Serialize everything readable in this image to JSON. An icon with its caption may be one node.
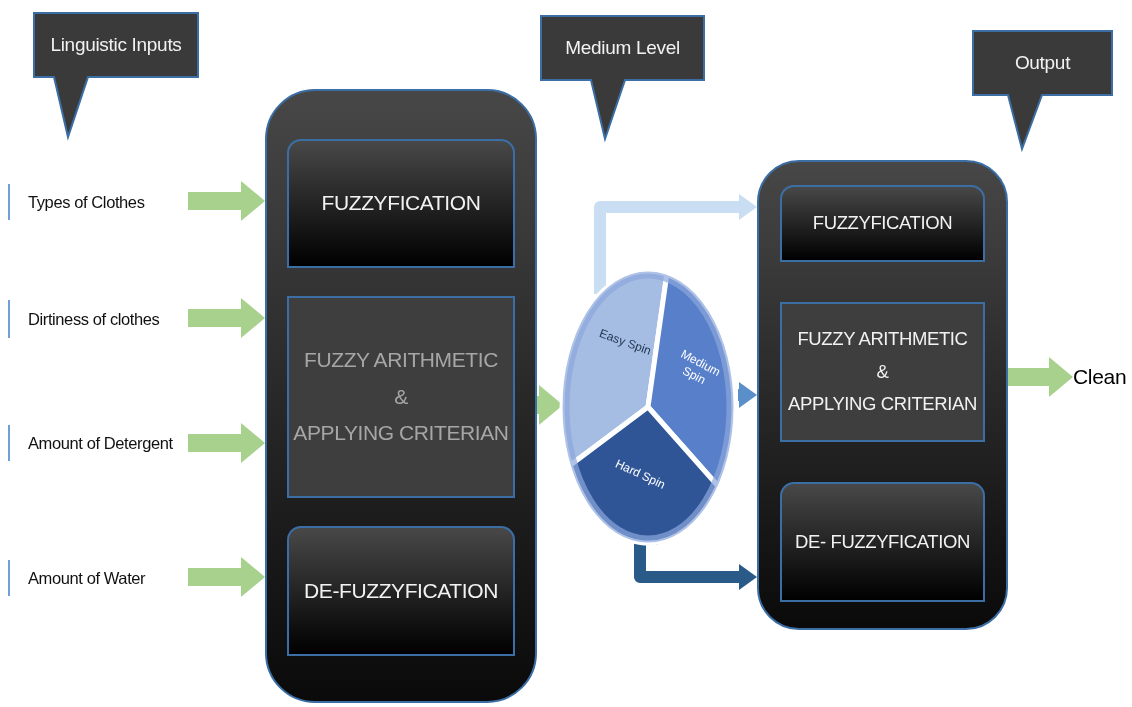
{
  "diagram": {
    "nodes": [
      {
        "text": [
          "Linguistic Inputs"
        ]
      },
      {
        "text": [
          "Medium Level"
        ]
      },
      {
        "text": [
          "Output"
        ]
      },
      {
        "text": [
          "Types of Clothes"
        ]
      },
      {
        "text": [
          "Dirtiness of clothes"
        ]
      },
      {
        "text": [
          "Amount of Detergent"
        ]
      },
      {
        "text": [
          "Amount of Water"
        ]
      },
      {
        "text": [],
        "shape": "box"
      },
      {
        "text": [
          "FUZZYFICATION"
        ],
        "in": 7
      },
      {
        "text": [
          "FUZZY ARITHMETIC",
          "&",
          "APPLYING CRITERIAN"
        ],
        "in": 7
      },
      {
        "text": [
          "DE-FUZZYFICATION"
        ],
        "in": 7
      },
      {
        "text": [
          "Easy Spin",
          "Medium Spin",
          "Hard Spin"
        ]
      },
      {
        "text": [],
        "shape": "box"
      },
      {
        "text": [
          "FUZZYFICATION"
        ],
        "in": 12
      },
      {
        "text": [
          "FUZZY ARITHMETIC",
          "&",
          "APPLYING CRITERIAN"
        ],
        "in": 12
      },
      {
        "text": [
          "DE- FUZZYFICATION"
        ],
        "in": 12
      },
      {
        "text": [
          "Clean"
        ]
      }
    ],
    "edges": [
      {
        "from": 3,
        "to": 7,
        "arrow": "to"
      },
      {
        "from": 4,
        "to": 7,
        "arrow": "to"
      },
      {
        "from": 5,
        "to": 7,
        "arrow": "to"
      },
      {
        "from": 6,
        "to": 7,
        "arrow": "to"
      },
      {
        "from": 7,
        "to": 11,
        "arrow": "to"
      },
      {
        "from": 11,
        "to": 12,
        "arrow": "to",
        "color": "#c9def2"
      },
      {
        "from": 11,
        "to": 12,
        "arrow": "to",
        "color": "#5b8fc9"
      },
      {
        "from": 11,
        "to": 12,
        "arrow": "to",
        "color": "#2a5a88"
      },
      {
        "from": 12,
        "to": 16,
        "arrow": "to"
      }
    ]
  }
}
